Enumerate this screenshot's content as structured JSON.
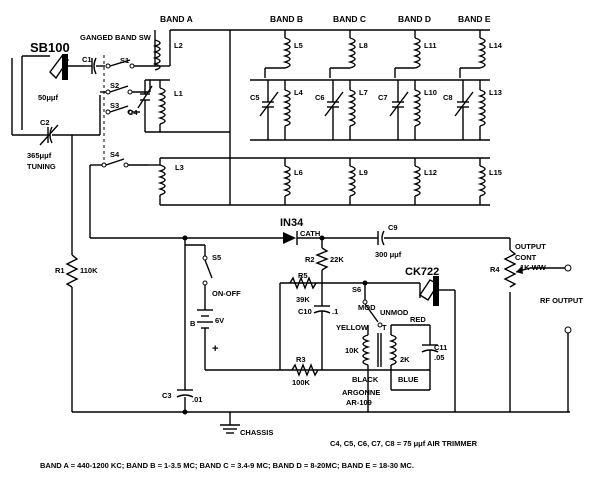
{
  "labels": {
    "sb100": "SB100",
    "ganged": "GANGED BAND SW",
    "c1": "C1",
    "cap50": "50μμf",
    "c2": "C2",
    "cap365": "365μμf",
    "tuning": "TUNING",
    "s1": "S1",
    "s2": "S2",
    "s3": "S3",
    "s4": "S4",
    "c4": "C4",
    "banda": "BAND A",
    "bandb": "BAND B",
    "bandc": "BAND C",
    "bandd": "BAND D",
    "bande": "BAND E",
    "l1": "L1",
    "l2": "L2",
    "l3": "L3",
    "l4": "L4",
    "l5": "L5",
    "l6": "L6",
    "l7": "L7",
    "l8": "L8",
    "l9": "L9",
    "l10": "L10",
    "l11": "L11",
    "l12": "L12",
    "l13": "L13",
    "l14": "L14",
    "l15": "L15",
    "c5": "C5",
    "c6": "C6",
    "c7": "C7",
    "c8": "C8",
    "in34": "IN34",
    "cath": "CATH",
    "c9": "C9",
    "c9val": "300 μμf",
    "r1": "R1",
    "r1val": "110K",
    "s5": "S5",
    "onoff": "ON-OFF",
    "b": "B",
    "bval": "6V",
    "plus": "+",
    "r2": "R2",
    "r2val": "22K",
    "r5": "R5",
    "r5val": "39K",
    "c10": "C10",
    "c10val": ".1",
    "r3": "R3",
    "r3val": "100K",
    "c3": "C3",
    "c3val": ".01",
    "chassis": "CHASSIS",
    "s6": "S6",
    "mod": "MOD",
    "unmod": "UNMOD",
    "yellow": "YELLOW",
    "tenk": "10K",
    "t": "T",
    "red": "RED",
    "twok": "2K",
    "c11": "C11",
    "c11val": ".05",
    "black": "BLACK",
    "blue": "BLUE",
    "argonne": "ARGONNE",
    "ar109": "AR-109",
    "ck722": "CK722",
    "output": "OUTPUT",
    "cont": "CONT",
    "r4": "R4",
    "r4val": "1K WW",
    "rfout": "RF OUTPUT",
    "note1": "C4, C5, C6, C7, C8 = 75 μμf  AIR TRIMMER",
    "note2": "BAND A = 440-1200 KC;  BAND B = 1-3.5 MC;  BAND C = 3.4-9 MC;  BAND D = 8-20MC;  BAND E = 18-30 MC."
  }
}
